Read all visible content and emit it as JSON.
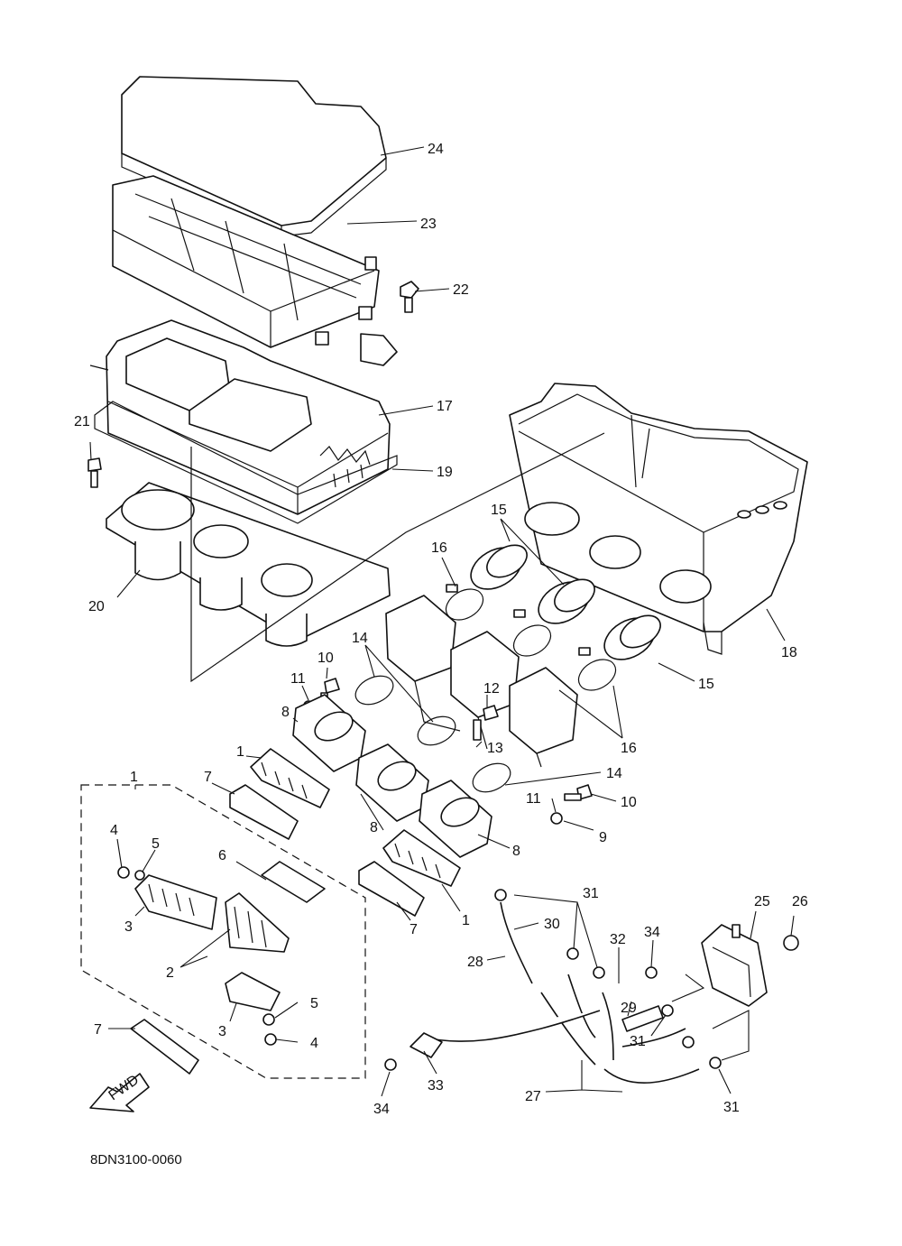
{
  "diagram": {
    "code": "8DN3100-0060",
    "fwd_label": "FWD",
    "callouts": [
      {
        "id": "c24",
        "text": "24"
      },
      {
        "id": "c23",
        "text": "23"
      },
      {
        "id": "c22",
        "text": "22"
      },
      {
        "id": "c21",
        "text": "21"
      },
      {
        "id": "c17",
        "text": "17"
      },
      {
        "id": "c19",
        "text": "19"
      },
      {
        "id": "c20",
        "text": "20"
      },
      {
        "id": "c15a",
        "text": "15"
      },
      {
        "id": "c16a",
        "text": "16"
      },
      {
        "id": "c18",
        "text": "18"
      },
      {
        "id": "c15b",
        "text": "15"
      },
      {
        "id": "c14a",
        "text": "14"
      },
      {
        "id": "c10a",
        "text": "10"
      },
      {
        "id": "c11a",
        "text": "11"
      },
      {
        "id": "c8a",
        "text": "8"
      },
      {
        "id": "c12",
        "text": "12"
      },
      {
        "id": "c13",
        "text": "13"
      },
      {
        "id": "c16b",
        "text": "16"
      },
      {
        "id": "c1a",
        "text": "1"
      },
      {
        "id": "c7a",
        "text": "7"
      },
      {
        "id": "c14b",
        "text": "14"
      },
      {
        "id": "c11b",
        "text": "11"
      },
      {
        "id": "c10b",
        "text": "10"
      },
      {
        "id": "c9",
        "text": "9"
      },
      {
        "id": "c8b",
        "text": "8"
      },
      {
        "id": "c8c",
        "text": "8"
      },
      {
        "id": "c1b",
        "text": "1"
      },
      {
        "id": "c7b",
        "text": "7"
      },
      {
        "id": "c4a",
        "text": "4"
      },
      {
        "id": "c5a",
        "text": "5"
      },
      {
        "id": "c6",
        "text": "6"
      },
      {
        "id": "c3a",
        "text": "3"
      },
      {
        "id": "c2",
        "text": "2"
      },
      {
        "id": "c5b",
        "text": "5"
      },
      {
        "id": "c3b",
        "text": "3"
      },
      {
        "id": "c4b",
        "text": "4"
      },
      {
        "id": "c7c",
        "text": "7"
      },
      {
        "id": "c1c",
        "text": "1"
      },
      {
        "id": "c31a",
        "text": "31"
      },
      {
        "id": "c30",
        "text": "30"
      },
      {
        "id": "c28",
        "text": "28"
      },
      {
        "id": "c32",
        "text": "32"
      },
      {
        "id": "c34a",
        "text": "34"
      },
      {
        "id": "c25",
        "text": "25"
      },
      {
        "id": "c26",
        "text": "26"
      },
      {
        "id": "c29",
        "text": "29"
      },
      {
        "id": "c31b",
        "text": "31"
      },
      {
        "id": "c27",
        "text": "27"
      },
      {
        "id": "c33",
        "text": "33"
      },
      {
        "id": "c34b",
        "text": "34"
      },
      {
        "id": "c31c",
        "text": "31"
      }
    ]
  }
}
